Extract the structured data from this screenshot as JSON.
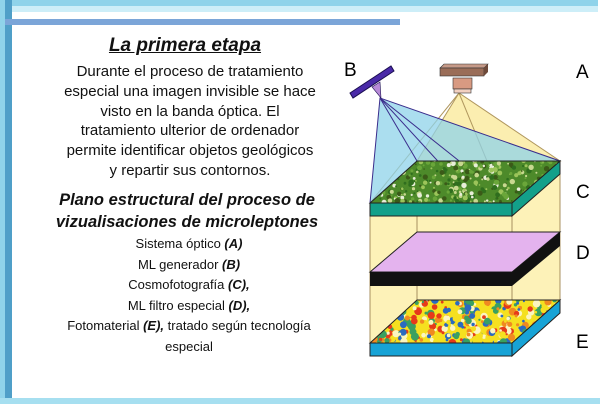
{
  "title": "La primera etapa",
  "paragraph": [
    "Durante el proceso de tratamiento",
    "especial una imagen invisible se hace",
    "visto en la banda óptica. El",
    "tratamiento ulterior de ordenador",
    "permite identificar objetos geológicos",
    "y repartir sus contornos."
  ],
  "heading": [
    "Plano estructural del proceso de",
    "vizualisaciones de microleptones"
  ],
  "list": [
    {
      "text": "Sistema óptico ",
      "tag": "(A)",
      "rest": ""
    },
    {
      "text": "ML generador ",
      "tag": "(B)",
      "rest": ""
    },
    {
      "text": "Cosmofotografía ",
      "tag": "(C),",
      "rest": ""
    },
    {
      "text": "ML filtro especial ",
      "tag": "(D),",
      "rest": ""
    },
    {
      "text": "Fotomaterial ",
      "tag": "(E),",
      "rest": " tratado según tecnología"
    },
    {
      "text": "especial",
      "tag": "",
      "rest": ""
    }
  ],
  "diagram_labels": {
    "a": "A",
    "b": "B",
    "c": "C",
    "d": "D",
    "e": "E"
  }
}
